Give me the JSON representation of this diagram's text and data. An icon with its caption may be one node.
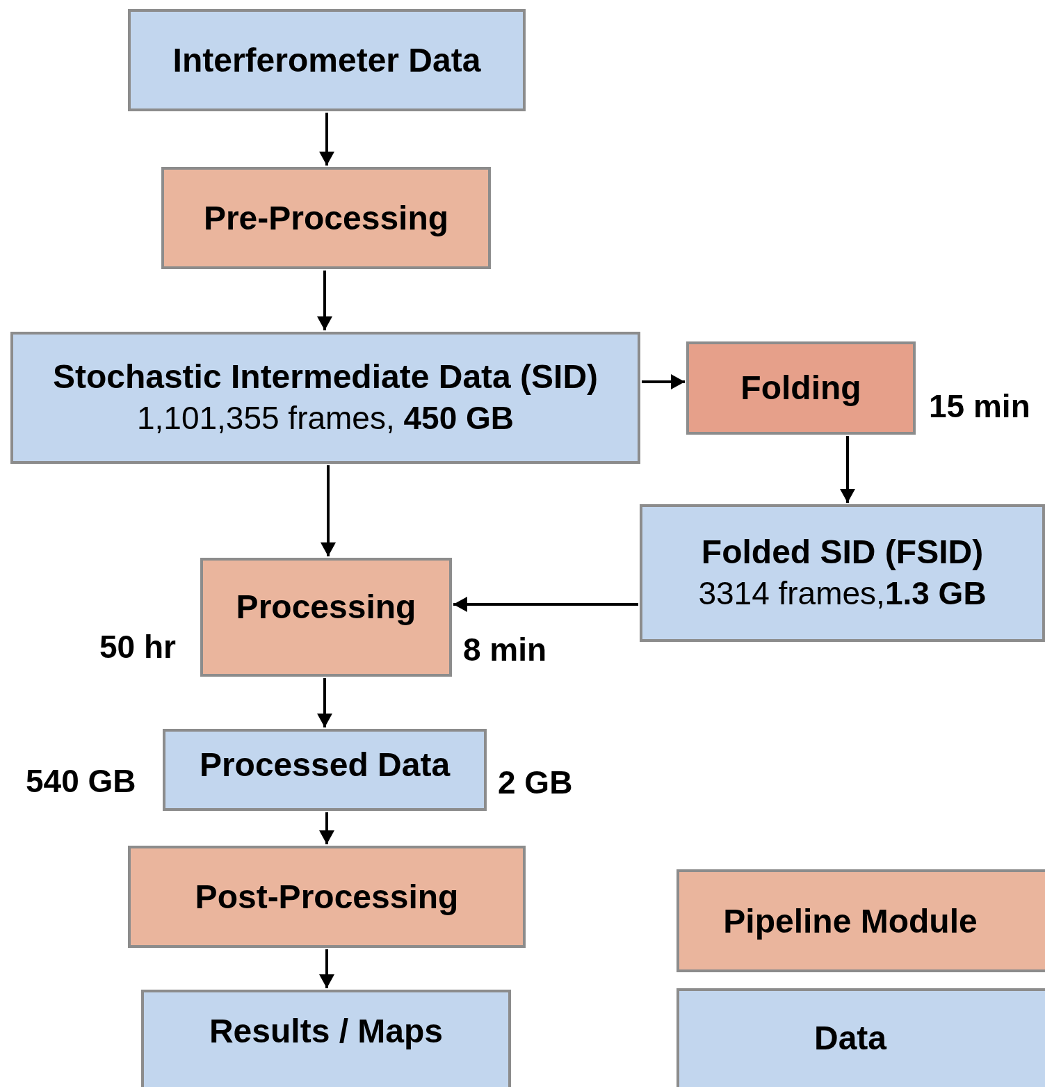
{
  "diagram": {
    "nodes": [
      {
        "text": [
          "Interferometer Data"
        ]
      },
      {
        "text": [
          "Pre-Processing"
        ]
      },
      {
        "text": [
          "Stochastic Intermediate Data (SID)",
          "1,101,355 frames, **450 GB**"
        ]
      },
      {
        "text": [
          "Folding"
        ],
        "beside": [
          "15 min"
        ]
      },
      {
        "text": [
          "Folded SID (FSID)",
          "3314 frames,**1.3 GB**"
        ]
      },
      {
        "text": [
          "Processing"
        ],
        "beside": [
          "50 hr",
          "8 min"
        ]
      },
      {
        "text": [
          "Processed Data"
        ],
        "beside": [
          "540 GB",
          "2 GB"
        ]
      },
      {
        "text": [
          "Post-Processing"
        ]
      },
      {
        "text": [
          "Results / Maps"
        ]
      }
    ],
    "edges": [
      {
        "from": 0,
        "to": 1,
        "arrow": "to"
      },
      {
        "from": 1,
        "to": 2,
        "arrow": "to"
      },
      {
        "from": 2,
        "to": 3,
        "arrow": "to"
      },
      {
        "from": 3,
        "to": 4,
        "arrow": "to"
      },
      {
        "from": 2,
        "to": 5,
        "arrow": "to"
      },
      {
        "from": 4,
        "to": 5,
        "arrow": "to"
      },
      {
        "from": 5,
        "to": 6,
        "arrow": "to"
      },
      {
        "from": 6,
        "to": 7,
        "arrow": "to"
      },
      {
        "from": 7,
        "to": 8,
        "arrow": "to"
      }
    ],
    "legend": [
      {
        "text": "Pipeline Module",
        "color": "#eab59d"
      },
      {
        "text": "Data",
        "color": "#c2d6ee"
      }
    ]
  }
}
